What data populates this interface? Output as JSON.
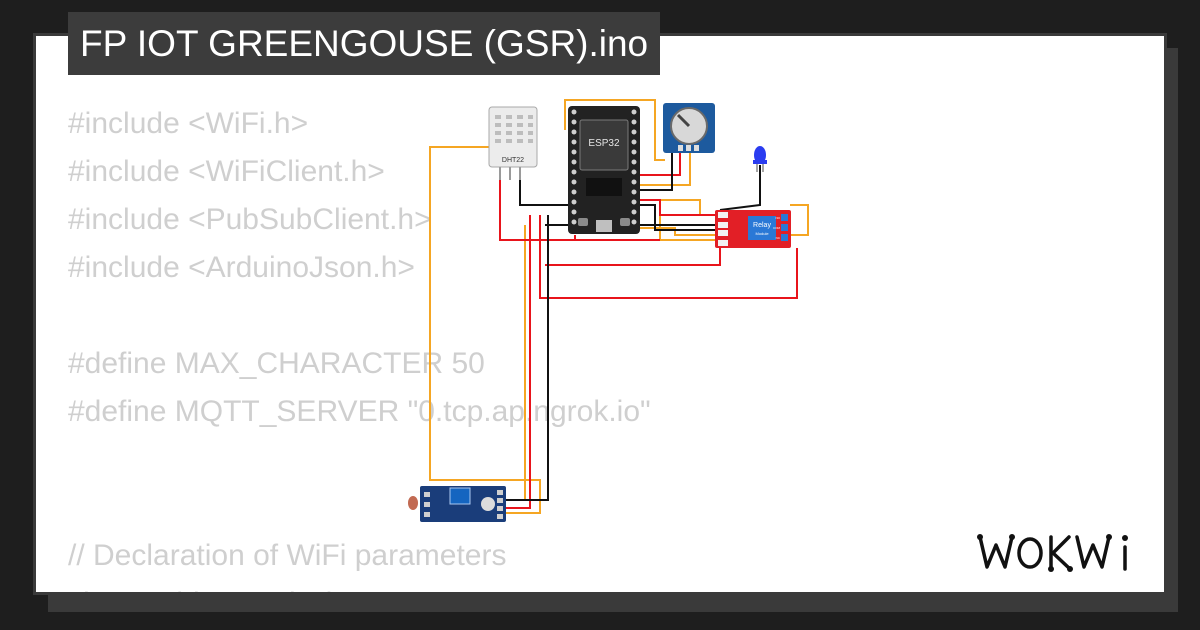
{
  "title": "FP IOT GREENGOUSE (GSR).ino",
  "code_lines": [
    "#include <WiFi.h>",
    "#include <WiFiClient.h>",
    "#include <PubSubClient.h>",
    "#include <ArduinoJson.h>",
    "",
    "#define MAX_CHARACTER 50",
    "#define MQTT_SERVER \"0.tcp.ap.ngrok.io\"",
    "",
    "",
    "// Declaration of WiFi parameters",
    "char* ssid = \"Wokwi-GUEST\";"
  ],
  "components": {
    "sensor_label": "DHT22",
    "mcu_label": "ESP32",
    "relay_label": "Relay",
    "relay_sublabel": "Module",
    "relay_pins": [
      "NO",
      "COM",
      "NC"
    ]
  },
  "brand": "WOKWi",
  "colors": {
    "background": "#1e1e1e",
    "card": "#ffffff",
    "title_bar": "#3c3c3c",
    "code_text": "#cfcfcf",
    "wire_orange": "#f5a623",
    "wire_red": "#e8141b",
    "wire_black": "#111111",
    "relay_red": "#e21f26",
    "module_blue": "#1d5a9e",
    "esp32_board": "#222222"
  }
}
